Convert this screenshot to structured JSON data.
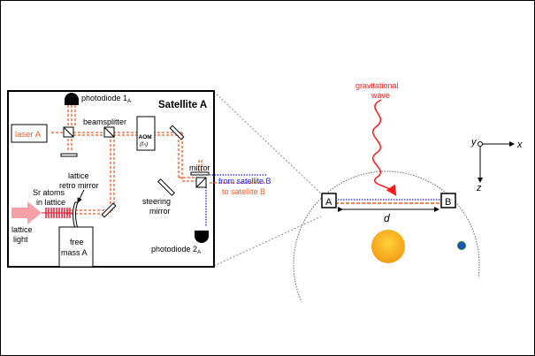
{
  "inset": {
    "title": "Satellite A",
    "labels": {
      "photodiode1": "photodiode 1",
      "photodiode1_sub": "A",
      "beamsplitter": "beamsplitter",
      "laser": "laser A",
      "aom": "AOM",
      "aom_freq": "(f",
      "aom_freq_sub": "A",
      "aom_freq_close": ")",
      "mirror": "mirror",
      "lattice_retro_1": "lattice",
      "lattice_retro_2": "retro mirror",
      "sr_atoms_1": "Sr atoms",
      "sr_atoms_2": "in lattice",
      "lattice_light_1": "lattice",
      "lattice_light_2": "light",
      "free_mass_1": "free",
      "free_mass_2": "mass A",
      "steering_1": "steering",
      "steering_2": "mirror",
      "from_b": "from satellite B",
      "to_b": "to satellite B",
      "photodiode2": "photodiode 2",
      "photodiode2_sub": "A"
    }
  },
  "orbit": {
    "gw_1": "gravitational",
    "gw_2": "wave",
    "sat_a": "A",
    "sat_b": "B",
    "distance": "d"
  },
  "axes": {
    "x": "x",
    "y": "y",
    "z": "z"
  },
  "colors": {
    "laser_beam": "#f05a28",
    "incoming_beam": "#1a1aff",
    "grav_wave": "#ff1a1a",
    "lattice_light": "#f7a0a8",
    "sun": "#f6b21b",
    "earth": "#1f4fb8"
  }
}
